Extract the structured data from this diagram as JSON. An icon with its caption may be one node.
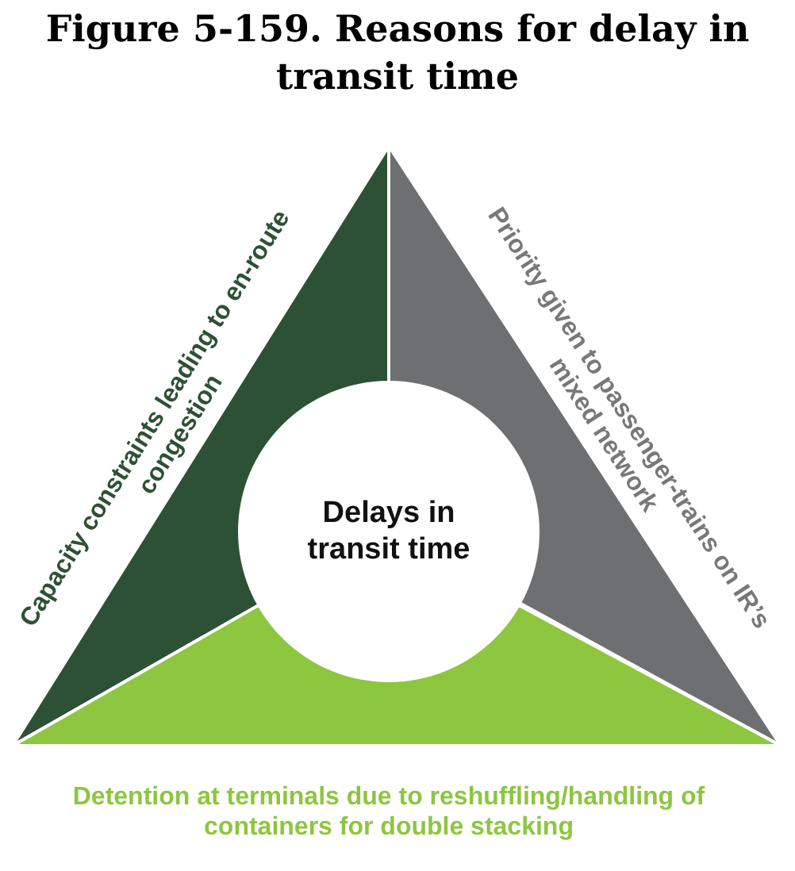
{
  "diagram": {
    "title": "Figure 5-159. Reasons for delay in transit time",
    "nodes": [
      {
        "text": [
          "Capacity constraints leading to en-route congestion"
        ]
      },
      {
        "text": [
          "Priority given to passenger-trains on IR’s mixed network"
        ]
      },
      {
        "text": [
          "Detention at terminals due to reshuffling/handling of containers for double stacking"
        ]
      },
      {
        "text": [
          "Delays in transit time"
        ]
      }
    ]
  }
}
